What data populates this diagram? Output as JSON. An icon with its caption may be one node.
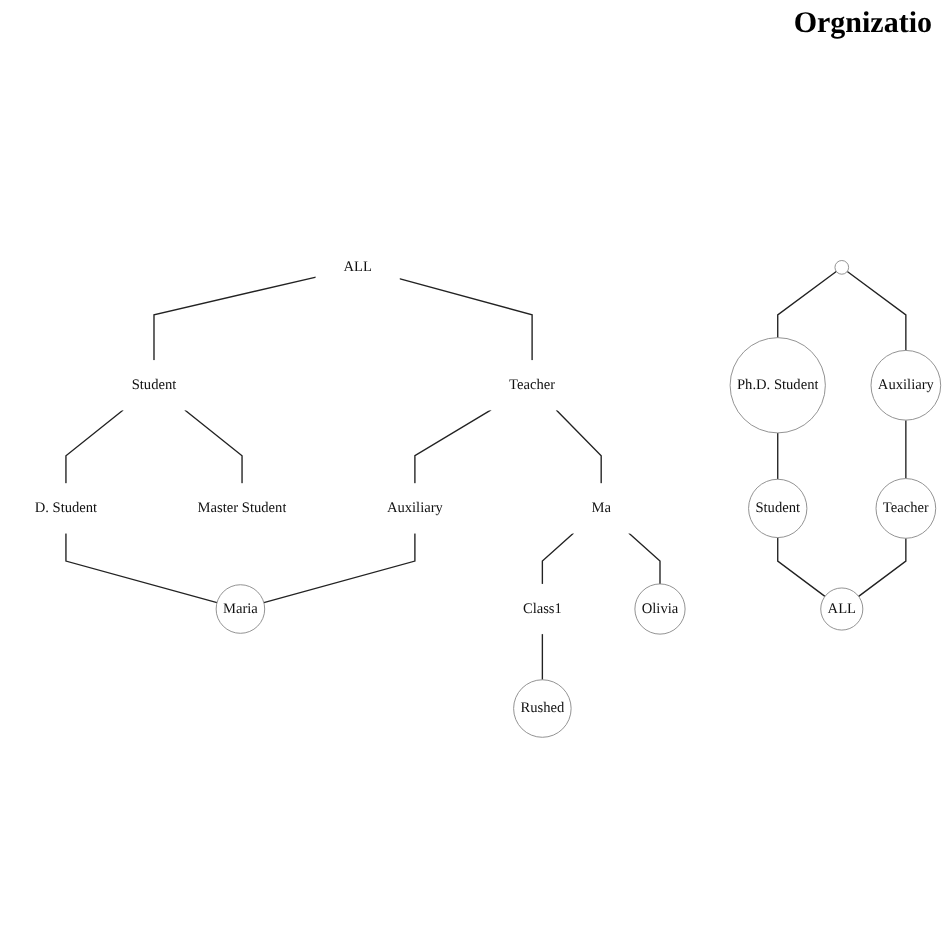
{
  "diagram": {
    "title": "Orgnizatio",
    "nodes": [
      {
        "text": [
          "ALL"
        ]
      },
      {
        "text": [
          "Student"
        ]
      },
      {
        "text": [
          "Teacher"
        ]
      },
      {
        "text": [
          "D. Student"
        ]
      },
      {
        "text": [
          "Master Student"
        ]
      },
      {
        "text": [
          "Auxiliary"
        ]
      },
      {
        "text": [
          "Ma"
        ]
      },
      {
        "text": [
          "Class1"
        ]
      },
      {
        "text": [
          "Maria"
        ]
      },
      {
        "text": [
          "Rushed"
        ]
      },
      {
        "text": [
          "Olivia"
        ]
      },
      {
        "text": [],
        "shape": "circle"
      },
      {
        "text": [
          "Ph.D. Student"
        ]
      },
      {
        "text": [
          "Student"
        ]
      },
      {
        "text": [
          "Auxiliary"
        ]
      },
      {
        "text": [
          "Teacher"
        ]
      },
      {
        "text": [
          "ALL"
        ]
      }
    ],
    "edges": [
      {
        "from": 0,
        "to": 1,
        "arrow": "none"
      },
      {
        "from": 0,
        "to": 2,
        "arrow": "none"
      },
      {
        "from": 1,
        "to": 3,
        "arrow": "none"
      },
      {
        "from": 1,
        "to": 4,
        "arrow": "none"
      },
      {
        "from": 2,
        "to": 5,
        "arrow": "none"
      },
      {
        "from": 2,
        "to": 6,
        "arrow": "none"
      },
      {
        "from": 6,
        "to": 7,
        "arrow": "none"
      },
      {
        "from": 3,
        "to": 8,
        "arrow": "none"
      },
      {
        "from": 5,
        "to": 8,
        "arrow": "none"
      },
      {
        "from": 7,
        "to": 9,
        "arrow": "none"
      },
      {
        "from": 6,
        "to": 10,
        "arrow": "none"
      },
      {
        "from": 11,
        "to": 12,
        "arrow": "none"
      },
      {
        "from": 12,
        "to": 13,
        "arrow": "none"
      },
      {
        "from": 13,
        "to": 16,
        "arrow": "none"
      },
      {
        "from": 11,
        "to": 14,
        "arrow": "none"
      },
      {
        "from": 14,
        "to": 15,
        "arrow": "none"
      },
      {
        "from": 15,
        "to": 16,
        "arrow": "none"
      }
    ]
  }
}
